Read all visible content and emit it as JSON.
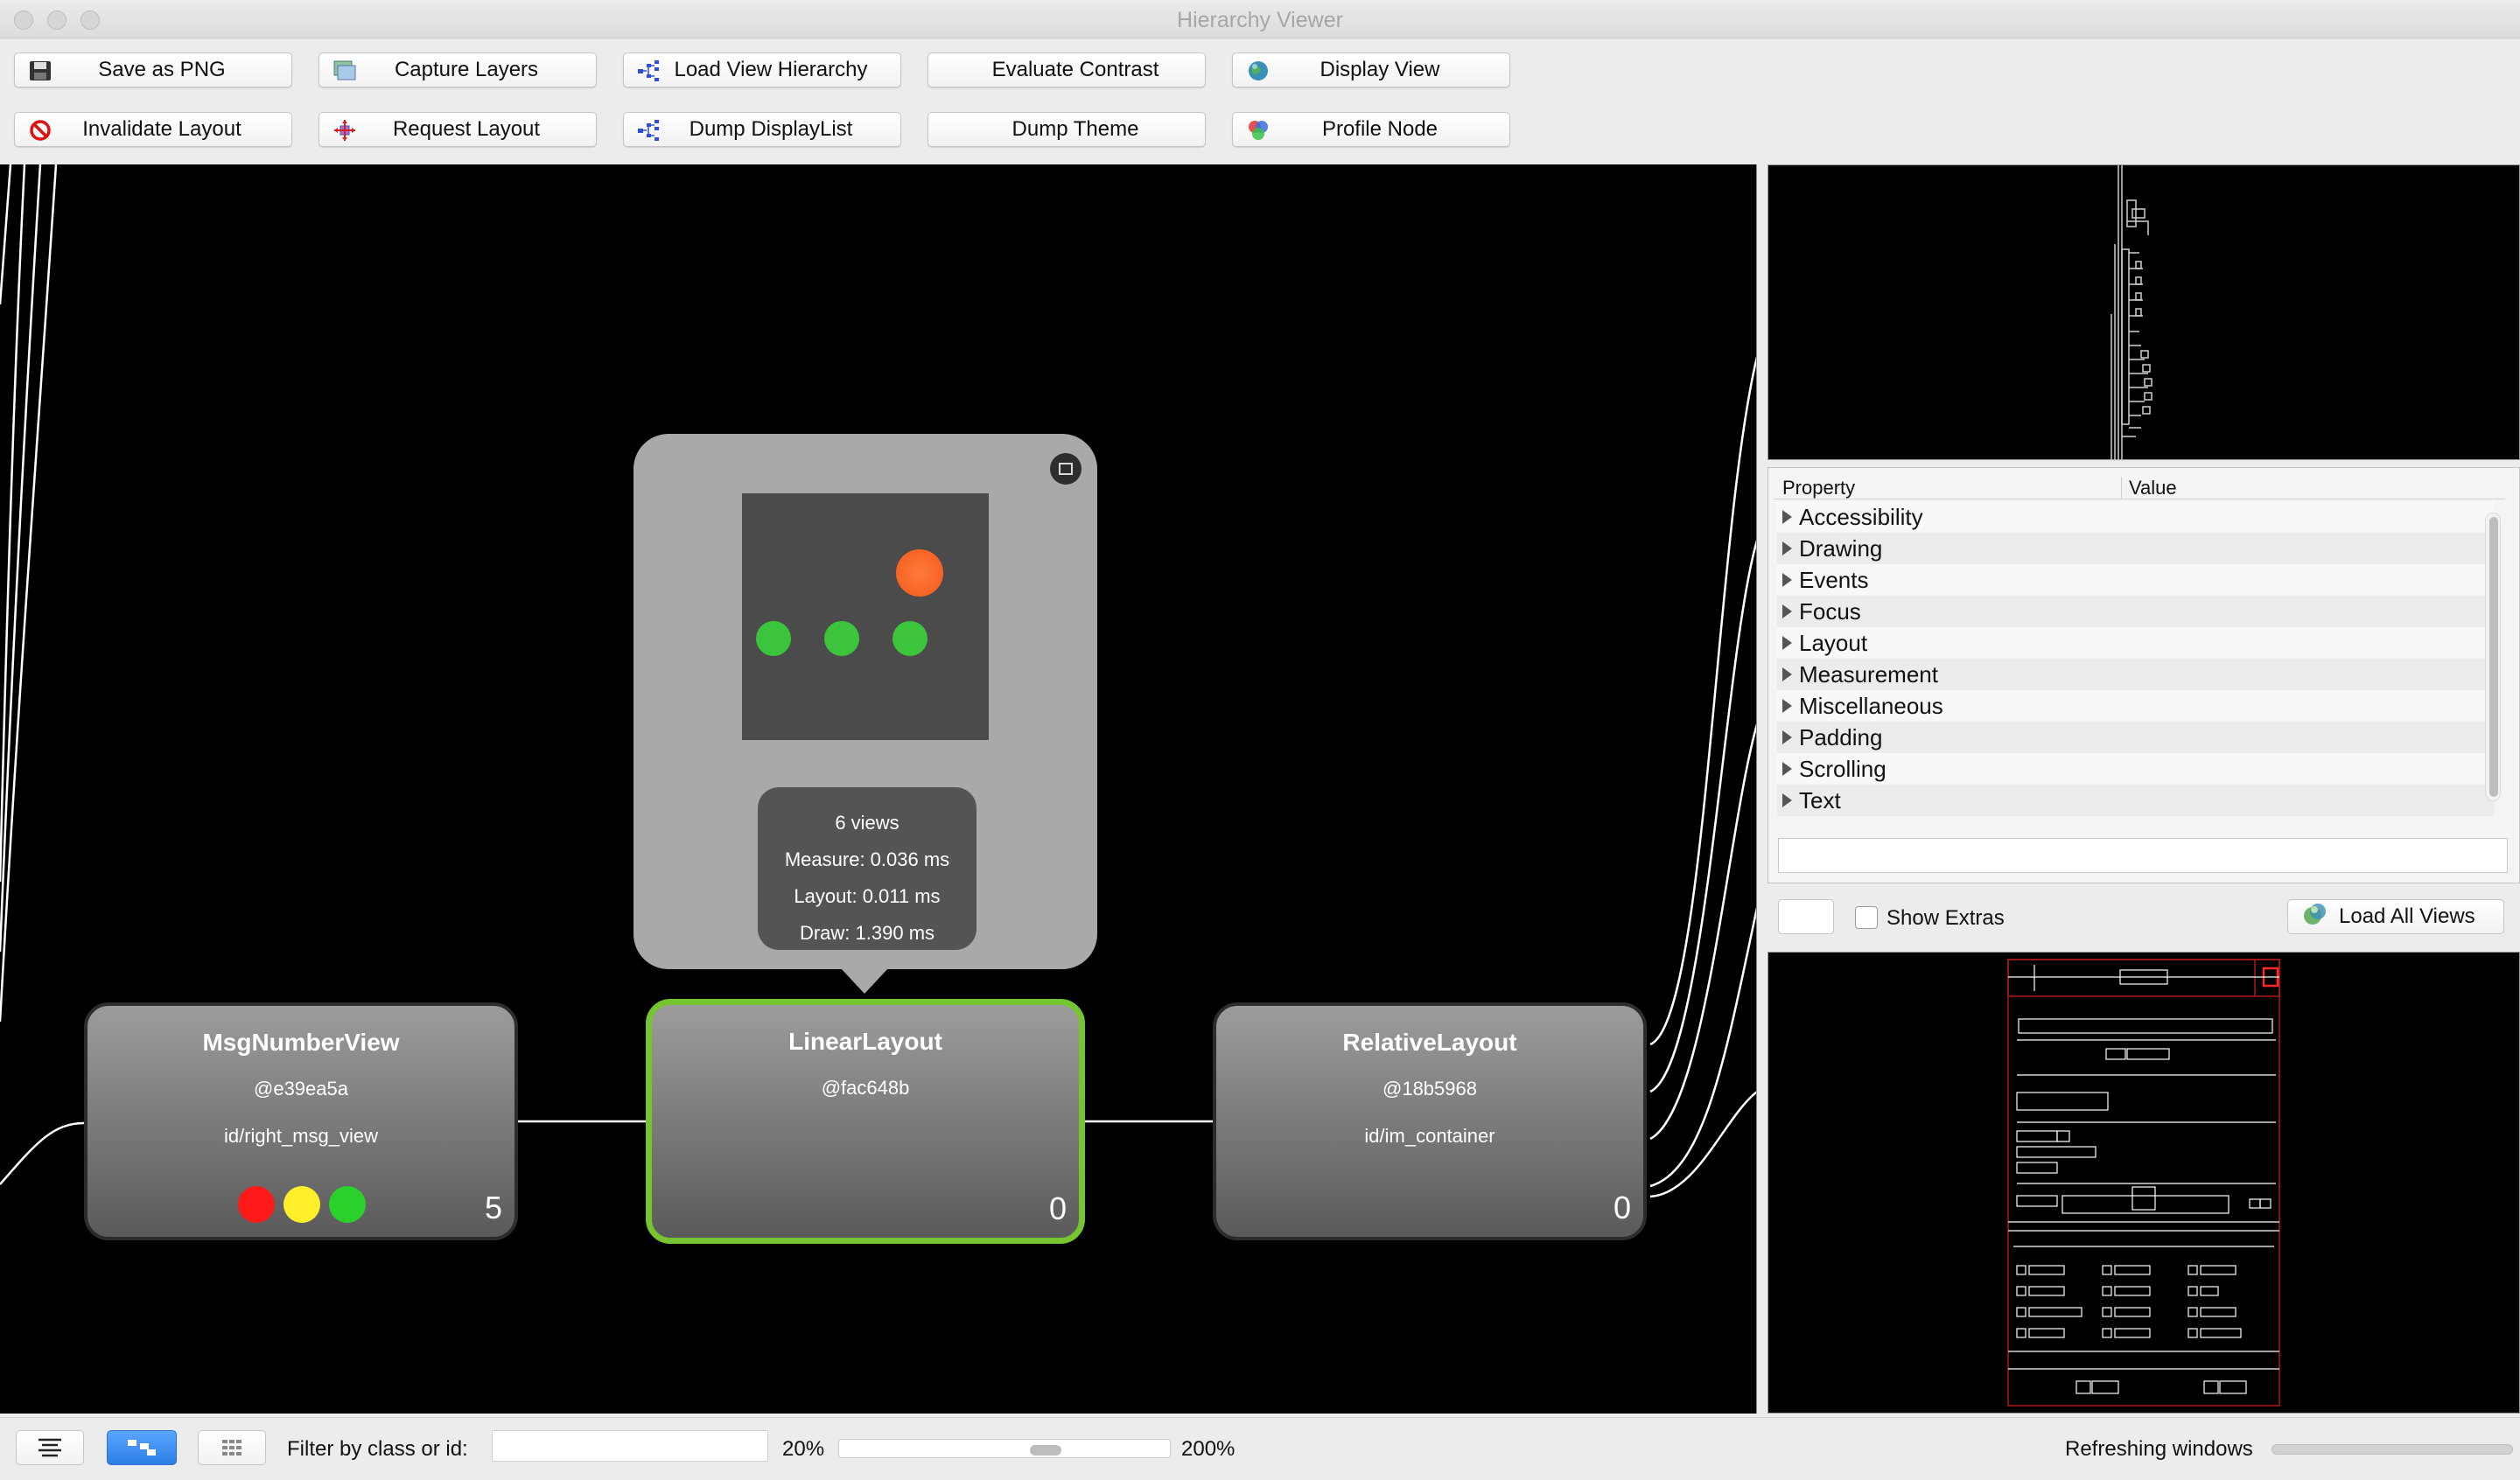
{
  "window": {
    "title": "Hierarchy Viewer"
  },
  "toolbar": {
    "row1": [
      {
        "label": "Save as PNG",
        "icon": "floppy-disk-icon"
      },
      {
        "label": "Capture Layers",
        "icon": "layers-icon"
      },
      {
        "label": "Load View Hierarchy",
        "icon": "hierarchy-icon"
      },
      {
        "label": "Evaluate Contrast",
        "icon": ""
      },
      {
        "label": "Display View",
        "icon": "globe-icon"
      }
    ],
    "row2": [
      {
        "label": "Invalidate Layout",
        "icon": "no-entry-icon"
      },
      {
        "label": "Request Layout",
        "icon": "move-icon"
      },
      {
        "label": "Dump DisplayList",
        "icon": "hierarchy-icon"
      },
      {
        "label": "Dump Theme",
        "icon": ""
      },
      {
        "label": "Profile Node",
        "icon": "color-circles-icon"
      }
    ]
  },
  "nodes": [
    {
      "name": "MsgNumberView",
      "hash": "@e39ea5a",
      "id": "id/right_msg_view",
      "count": "5",
      "indicators": [
        "#ff1a1a",
        "#ffef2a",
        "#2ad12a"
      ]
    },
    {
      "name": "LinearLayout",
      "hash": "@fac648b",
      "id": "",
      "count": "0"
    },
    {
      "name": "RelativeLayout",
      "hash": "@18b5968",
      "id": "id/im_container",
      "count": "0"
    }
  ],
  "popup": {
    "views": "6 views",
    "measure": "Measure: 0.036 ms",
    "layout": "Layout: 0.011 ms",
    "draw": "Draw: 1.390 ms"
  },
  "properties": {
    "header_property": "Property",
    "header_value": "Value",
    "groups": [
      "Accessibility",
      "Drawing",
      "Events",
      "Focus",
      "Layout",
      "Measurement",
      "Miscellaneous",
      "Padding",
      "Scrolling",
      "Text"
    ]
  },
  "extras": {
    "show_extras_label": "Show Extras",
    "load_all_label": "Load All Views"
  },
  "bottom": {
    "filter_label": "Filter by class or id:",
    "zoom_min": "20%",
    "zoom_max": "200%",
    "zoom_value": 0.64,
    "refresh_label": "Refreshing windows"
  },
  "colors": {
    "selection": "#76c430",
    "accent": "#2d7fe6"
  }
}
